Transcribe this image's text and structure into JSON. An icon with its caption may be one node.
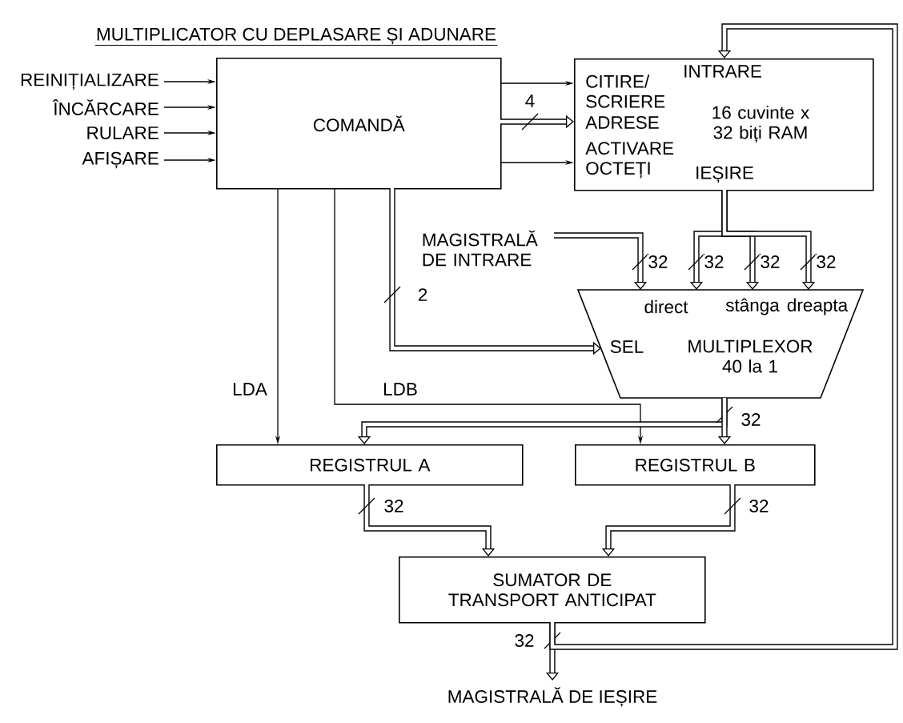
{
  "diagram": {
    "title": "MULTIPLICATOR CU DEPLASARE ȘI ADUNARE",
    "nodes": [
      {
        "text": [
          "REINIȚIALIZARE"
        ]
      },
      {
        "text": [
          "ÎNCĂRCARE"
        ]
      },
      {
        "text": [
          "RULARE"
        ]
      },
      {
        "text": [
          "AFIȘARE"
        ]
      },
      {
        "text": [
          "COMANDĂ"
        ]
      },
      {
        "text": [
          "CITIRE/ SCRIERE",
          "INTRARE",
          "ADRESE",
          "16 cuvinte x 32 biți RAM",
          "ACTIVARE OCTEȚI",
          "IEȘIRE"
        ]
      },
      {
        "text": [
          "MAGISTRALĂ DE INTRARE"
        ]
      },
      {
        "text": [
          "direct",
          "stânga",
          "dreapta",
          "SEL",
          "MULTIPLEXOR 40 la 1"
        ]
      },
      {
        "text": [
          "REGISTRUL A"
        ]
      },
      {
        "text": [
          "REGISTRUL B"
        ]
      },
      {
        "text": [
          "SUMATOR DE TRANSPORT ANTICIPAT"
        ]
      },
      {
        "text": [
          "MAGISTRALĂ DE IEȘIRE"
        ]
      }
    ],
    "edges": [
      {
        "from": 0,
        "to": 4,
        "arrow": "to"
      },
      {
        "from": 1,
        "to": 4,
        "arrow": "to"
      },
      {
        "from": 2,
        "to": 4,
        "arrow": "to"
      },
      {
        "from": 3,
        "to": 4,
        "arrow": "to"
      },
      {
        "from": 4,
        "to": 5,
        "arrow": "to"
      },
      {
        "from": 4,
        "to": 5,
        "arrow": "to",
        "label": "4"
      },
      {
        "from": 4,
        "to": 5,
        "arrow": "to"
      },
      {
        "from": 4,
        "to": 8,
        "arrow": "to",
        "label": "LDA"
      },
      {
        "from": 4,
        "to": 9,
        "arrow": "to",
        "label": "LDB"
      },
      {
        "from": 4,
        "to": 7,
        "arrow": "to",
        "label": "2"
      },
      {
        "from": 6,
        "to": 7,
        "arrow": "to",
        "label": "32"
      },
      {
        "from": 5,
        "to": 7,
        "arrow": "to",
        "label": "32"
      },
      {
        "from": 5,
        "to": 7,
        "arrow": "to",
        "label": "32"
      },
      {
        "from": 5,
        "to": 7,
        "arrow": "to",
        "label": "32"
      },
      {
        "from": 7,
        "to": 8,
        "arrow": "to",
        "label": "32"
      },
      {
        "from": 7,
        "to": 9,
        "arrow": "to"
      },
      {
        "from": 8,
        "to": 10,
        "arrow": "to",
        "label": "32"
      },
      {
        "from": 9,
        "to": 10,
        "arrow": "to",
        "label": "32"
      },
      {
        "from": 10,
        "to": 11,
        "arrow": "to",
        "label": "32"
      },
      {
        "from": 10,
        "to": 5,
        "arrow": "to"
      }
    ]
  }
}
